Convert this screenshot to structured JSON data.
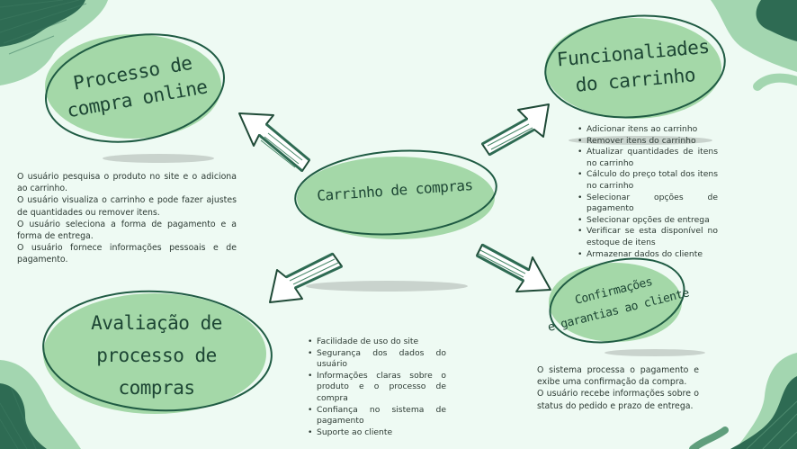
{
  "center": {
    "title": "Carrinho de compras"
  },
  "nodes": {
    "processo": {
      "title_lines": [
        "Processo de",
        "compra online"
      ]
    },
    "funcionalidades": {
      "title_lines": [
        "Funcionaliades",
        "do carrinho"
      ]
    },
    "avaliacao": {
      "title_lines": [
        "Avaliação de",
        "processo de",
        "compras"
      ]
    },
    "confirmacoes": {
      "title_lines": [
        "Confirmações",
        "e garantias ao cliente"
      ]
    }
  },
  "texts": {
    "processo": [
      "O usuário pesquisa o produto no site e o adiciona ao carrinho.",
      "O usuário visualiza o carrinho e pode fazer ajustes de quantidades ou remover itens.",
      "O usuário seleciona a forma de pagamento e a forma de entrega.",
      "O usuário fornece informações pessoais e de pagamento."
    ],
    "funcionalidades": [
      "Adicionar itens ao carrinho",
      "Remover itens do carrinho",
      "Atualizar quantidades de itens no carrinho",
      "Cálculo do preço total dos itens no carrinho",
      "Selecionar opções de pagamento",
      "Selecionar opções de entrega",
      "Verificar se esta disponível no estoque de itens",
      "Armazenar dados do cliente"
    ],
    "avaliacao": [
      "Facilidade de uso do site",
      "Segurança dos dados do usuário",
      "Informações claras sobre o produto e o processo de compra",
      "Confiança no sistema de pagamento",
      "Suporte ao cliente"
    ],
    "confirmacoes": [
      "O sistema processa o pagamento e exibe uma confirmação da compra.",
      "O usuário recebe informações sobre o status do pedido e prazo de entrega."
    ]
  },
  "colors": {
    "background": "#eefaf3",
    "bubble_fill": "#a4d8a8",
    "bubble_outline": "#1f5b43",
    "dark_green": "#2e6b53",
    "mid_green": "#5f9e7c",
    "light_green": "#a3d6b0"
  },
  "icons": [
    "arrow-up-left-icon",
    "arrow-up-right-icon",
    "arrow-down-left-icon",
    "arrow-down-right-icon"
  ]
}
